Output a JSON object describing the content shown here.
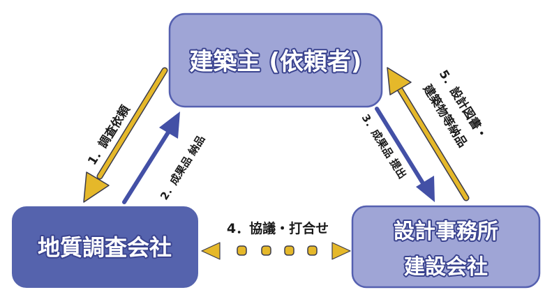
{
  "nodes": {
    "client": {
      "label": "建築主 (依頼者)"
    },
    "geo_survey": {
      "label": "地質調査会社"
    },
    "design_office": {
      "label_line1": "設計事務所",
      "label_line2": "建設会社"
    }
  },
  "edges": {
    "e1": {
      "label": "1．調査依頼"
    },
    "e2": {
      "label": "2．成果品 納品"
    },
    "e3": {
      "label": "3．成果品 提出"
    },
    "e4": {
      "label": "4．協議・打合せ"
    },
    "e5": {
      "label_line1": "5．設計図書・",
      "label_line2": "建築物等納品"
    }
  },
  "colors": {
    "light_box": "#9fa5d6",
    "dark_box": "#5563ad",
    "box_border": "#5560b0",
    "blue_arrow": "#4350a6",
    "yellow_arrow": "#e5b82a",
    "arrow_outline": "#3a3a4a"
  }
}
